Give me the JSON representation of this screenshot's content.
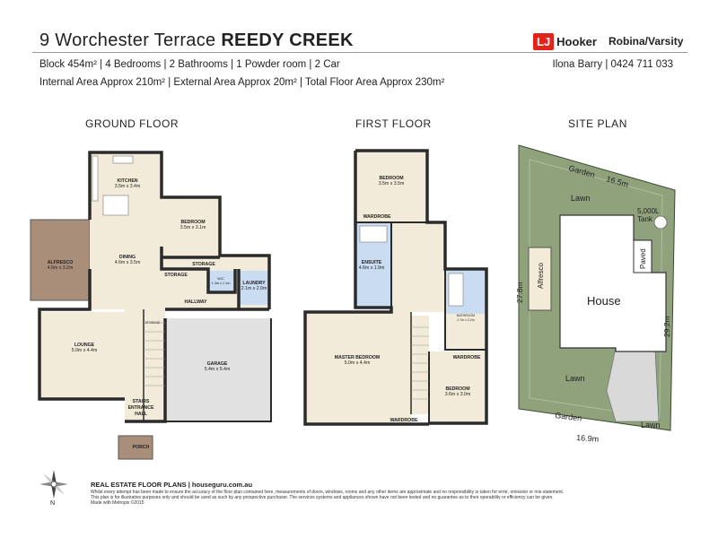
{
  "header": {
    "street": "9 Worchester Terrace",
    "suburb": "REEDY CREEK",
    "line1": "Block 454m² | 4 Bedrooms | 2 Bathrooms | 1 Powder room | 2 Car",
    "line2": "Internal Area Approx 210m² | External Area Approx 20m² | Total Floor Area Approx 230m²",
    "agent": "Ilona Barry | 0424 711 033",
    "logo_lj": "LJ",
    "logo_word": "Hooker",
    "branch": "Robina/Varsity"
  },
  "plans": {
    "ground": "GROUND FLOOR",
    "first": "FIRST FLOOR",
    "site": "SITE PLAN"
  },
  "ground_rooms": {
    "kitchen": "KITCHEN",
    "kitchen_dim": "3.5m x 3.4m",
    "bed": "BEDROOM",
    "bed_dim": "3.5m x 3.1m",
    "dining": "DINING",
    "dining_dim": "4.6m x 3.5m",
    "alfresco": "ALFRESCO",
    "alfresco_dim": "4.6m x 3.2m",
    "storage1": "STORAGE",
    "storage2": "STORAGE",
    "storage3": "STORAGE",
    "wc": "W/C",
    "wc_dim": "1.3m x 1.1m",
    "laundry": "LAUNDRY",
    "laundry_dim": "2.1m x 2.0m",
    "hallway": "HALLWAY",
    "lounge": "LOUNGE",
    "lounge_dim": "5.0m x 4.4m",
    "garage": "GARAGE",
    "garage_dim": "5.4m x 5.4m",
    "stairs": "STAIRS",
    "entrance1": "ENTRANCE",
    "entrance2": "HALL",
    "porch": "PORCH"
  },
  "first_rooms": {
    "bed1": "BEDROOM",
    "bed1_dim": "3.5m x 3.5m",
    "wardrobe1": "WARDROBE",
    "ensuite": "ENSUITE",
    "ensuite_dim": "4.6m x 1.9m",
    "bathroom": "BATHROOM",
    "bathroom_dim": "2.7m x 2.2m",
    "wardrobe2": "WARDROBE",
    "master": "MASTER BEDROOM",
    "master_dim": "5.0m x 4.4m",
    "bed2": "BEDROOM",
    "bed2_dim": "3.6m x 3.0m",
    "wardrobe3": "WARDROBE"
  },
  "site": {
    "garden_top": "Garden",
    "top_len": "16.5m",
    "lawn_top": "Lawn",
    "tank1": "5,000L",
    "tank2": "Tank",
    "paved": "Paved",
    "alfresco": "Alfresco",
    "house": "House",
    "left_len": "27.8m",
    "right_len": "29.2m",
    "lawn_bl": "Lawn",
    "lawn_br": "Lawn",
    "garden_bottom": "Garden",
    "bottom_len": "16.9m"
  },
  "footer": {
    "brand": "REAL ESTATE FLOOR PLANS | houseguru.com.au",
    "disclaimer1": "Whilst every attempt has been made to ensure the accuracy of the floor plan contained here, measurements of doors, windows, rooms and any other items are approximate and no responsibility is taken for error, omission or mis-statement.",
    "disclaimer2": "This plan is for illustrative purposes only and should be used as such by any prospective purchaser. The services systems and appliances shown have not been tested and no guarantee as to their operability or efficiency can be given.",
    "disclaimer3": "Made with Metropix ©2015"
  },
  "compass": {
    "north": "N"
  },
  "colors": {
    "floor": "#f3ebd9",
    "bath": "#c9dcf2",
    "alfresco": "#a98e7a",
    "lawn": "#8fa27c",
    "wall": "#2b2b2b",
    "logo_red": "#e2231a"
  }
}
